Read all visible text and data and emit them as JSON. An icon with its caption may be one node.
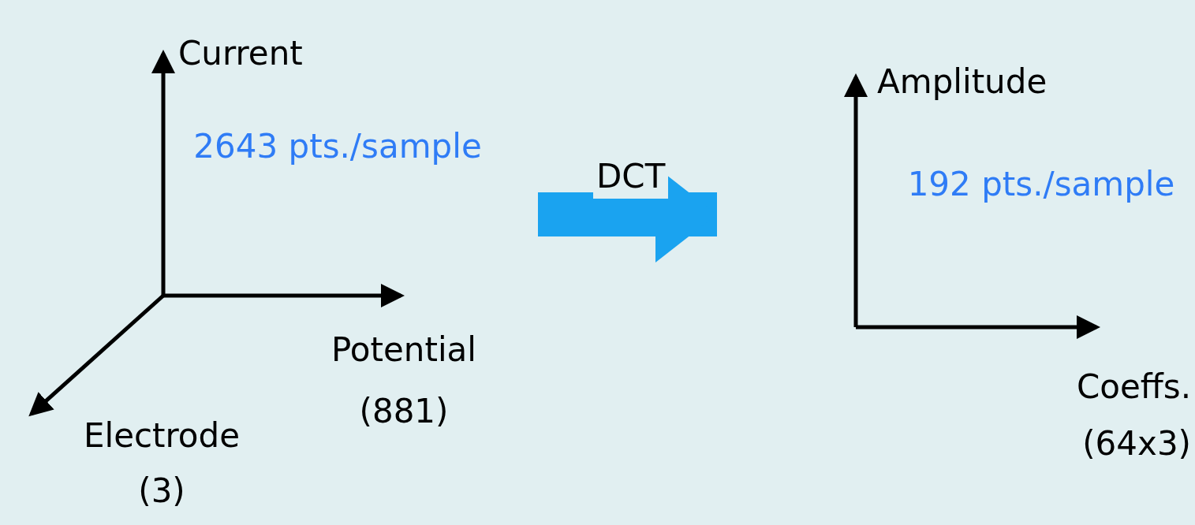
{
  "diagram": {
    "nodes": [
      {
        "text": [
          "2643 pts./sample"
        ]
      },
      {
        "text": [
          "192 pts./sample"
        ]
      }
    ],
    "edges": [
      {
        "from": 0,
        "to": 1,
        "arrow": "to",
        "label": "DCT"
      }
    ],
    "labels": [
      "Current",
      "Potential (881)",
      "Electrode (3)",
      "Amplitude",
      "Coeffs. (64x3)"
    ]
  }
}
